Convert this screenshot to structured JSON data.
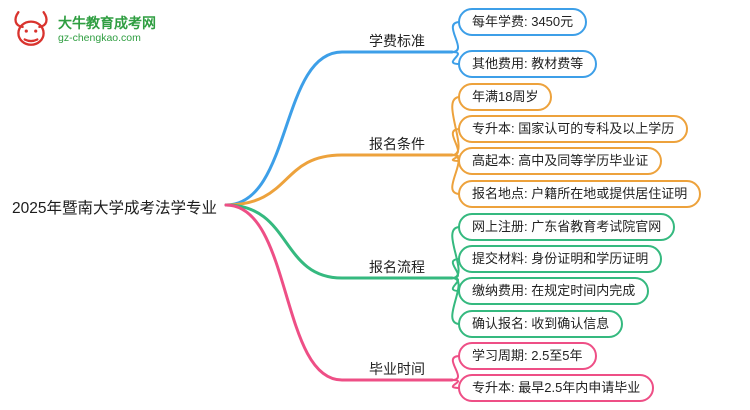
{
  "logo": {
    "site_name": "大牛教育成考网",
    "site_url": "gz-chengkao.com",
    "brand_red": "#d9332e",
    "brand_green": "#2f9e41"
  },
  "mindmap": {
    "root": "2025年暨南大学成考法学专业",
    "branches": [
      {
        "label": "学费标准",
        "color": "#3d9fe8",
        "leaves": [
          "每年学费: 3450元",
          "其他费用: 教材费等"
        ]
      },
      {
        "label": "报名条件",
        "color": "#eda23c",
        "leaves": [
          "年满18周岁",
          "专升本: 国家认可的专科及以上学历",
          "高起本: 高中及同等学历毕业证",
          "报名地点: 户籍所在地或提供居住证明"
        ]
      },
      {
        "label": "报名流程",
        "color": "#35b97f",
        "leaves": [
          "网上注册: 广东省教育考试院官网",
          "提交材料: 身份证明和学历证明",
          "缴纳费用: 在规定时间内完成",
          "确认报名: 收到确认信息"
        ]
      },
      {
        "label": "毕业时间",
        "color": "#ee4f86",
        "leaves": [
          "学习周期: 2.5至5年",
          "专升本: 最早2.5年内申请毕业"
        ]
      }
    ]
  }
}
